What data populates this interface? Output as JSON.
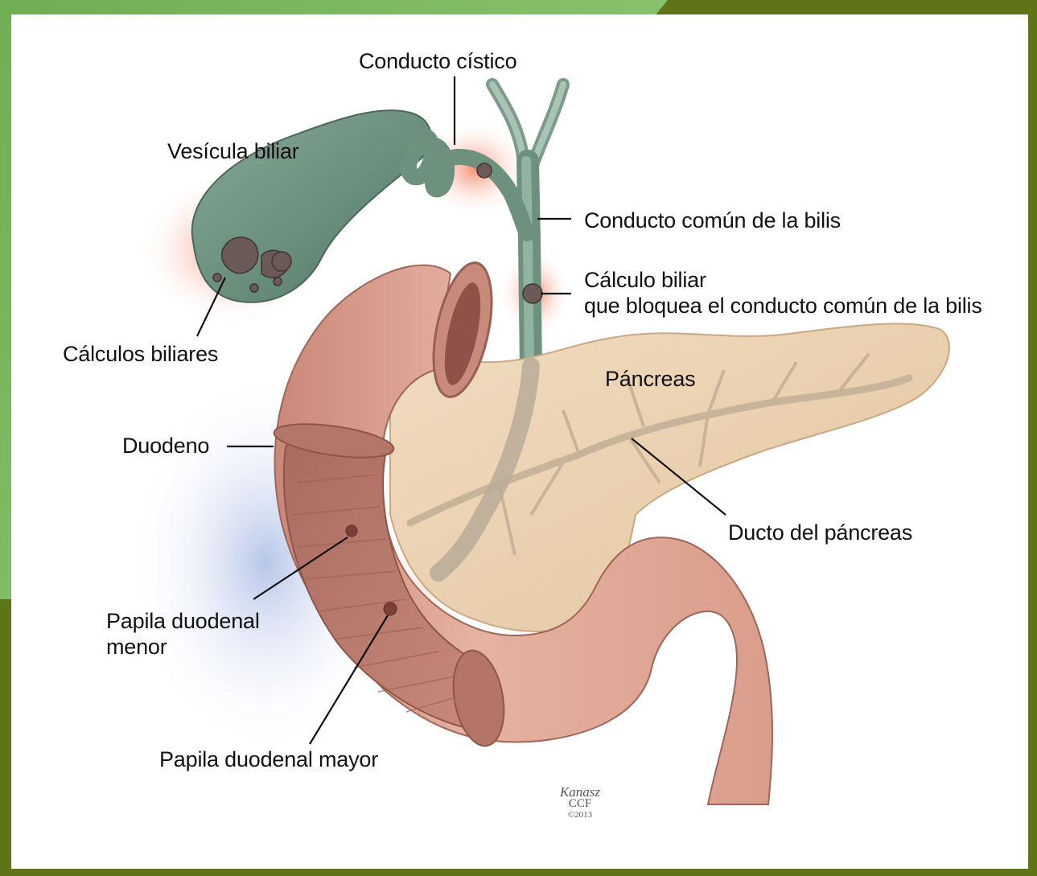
{
  "colors": {
    "frame": "#5f7317",
    "frame_accent": "#7bb85e",
    "gallbladder": "#6f9583",
    "duodenum": "#d9a091",
    "pancreas": "#ecd3b2",
    "inflammation": "#f37a55",
    "background_glow": "#b5c6e8"
  },
  "labels": {
    "conducto_cistico": "Conducto cístico",
    "vesicula_biliar": "Vesícula biliar",
    "conducto_comun": "Conducto común de la bilis",
    "calculo_biliar_1": "Cálculo biliar",
    "calculo_biliar_2": "que bloquea el conducto común de la bilis",
    "calculos_biliares": "Cálculos biliares",
    "pancreas": "Páncreas",
    "duodeno": "Duodeno",
    "ducto_pancreas": "Ducto del páncreas",
    "papila_menor_1": "Papila duodenal",
    "papila_menor_2": "menor",
    "papila_mayor": "Papila duodenal mayor"
  },
  "signature": {
    "artist": "Kanasz",
    "org": "CCF",
    "year": "©2013"
  }
}
